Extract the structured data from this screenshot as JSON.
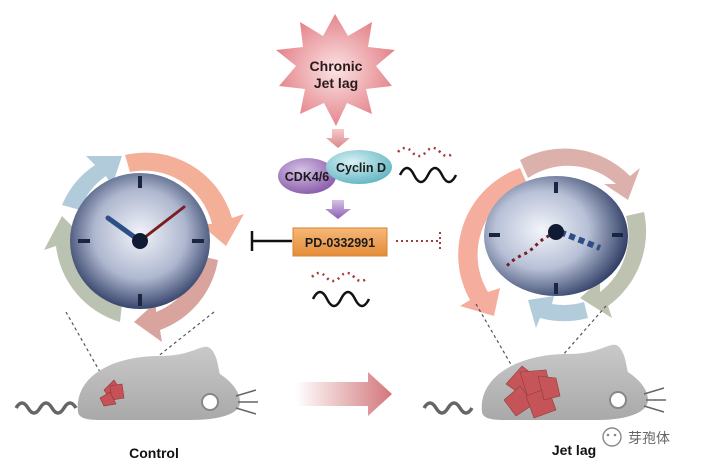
{
  "trigger": {
    "line1": "Chronic",
    "line2": "Jet lag"
  },
  "complex": {
    "cdk": "CDK4/6",
    "cyclin": "Cyclin D"
  },
  "drug": {
    "name": "PD-0332991"
  },
  "labels": {
    "control": "Control",
    "jetlag": "Jet lag"
  },
  "watermark": {
    "text": "芽孢体"
  },
  "colors": {
    "starburst": "#e98a8f",
    "cdk_bubble": "#9a6fb4",
    "cyclin_bubble": "#72c3ce",
    "drug_box": "#f0a355",
    "dots": "#a33b3b",
    "tumor": "#c8484d",
    "mouse_body": "#bdbdbd"
  }
}
